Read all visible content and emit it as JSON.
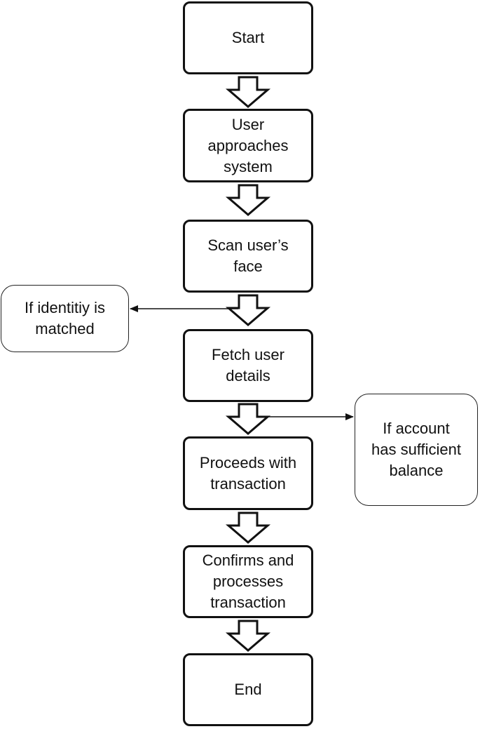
{
  "flowchart": {
    "steps": [
      {
        "label": "Start"
      },
      {
        "label": "User\napproaches\nsystem"
      },
      {
        "label": "Scan user’s\nface"
      },
      {
        "label": "Fetch user\ndetails"
      },
      {
        "label": "Proceeds with\ntransaction"
      },
      {
        "label": "Confirms and\nprocesses\ntransaction"
      },
      {
        "label": "End"
      }
    ],
    "conditions": {
      "identity": "If identitiy is\nmatched",
      "balance": "If account\nhas sufficient\nbalance"
    }
  },
  "colors": {
    "stroke": "#111111",
    "fill": "#ffffff",
    "text": "#111111"
  }
}
